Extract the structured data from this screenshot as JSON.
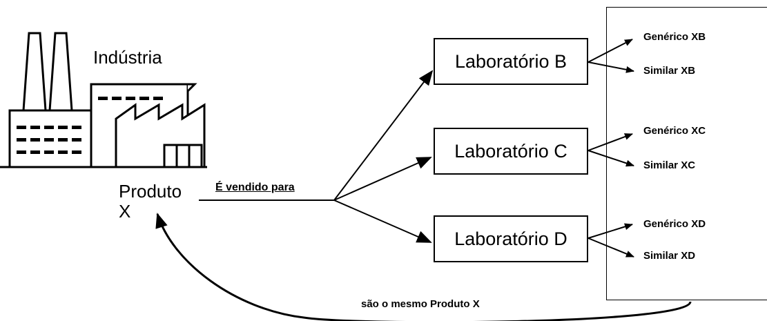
{
  "industry": {
    "label": "Indústria"
  },
  "product": {
    "line1": "Produto",
    "line2": "X"
  },
  "sold_to": "É vendido para",
  "labs": [
    {
      "name": "Laboratório B",
      "generic": "Genérico XB",
      "similar": "Similar XB"
    },
    {
      "name": "Laboratório C",
      "generic": "Genérico XC",
      "similar": "Similar XC"
    },
    {
      "name": "Laboratório D",
      "generic": "Genérico XD",
      "similar": "Similar XD"
    }
  ],
  "same_product": "são o mesmo Produto X"
}
